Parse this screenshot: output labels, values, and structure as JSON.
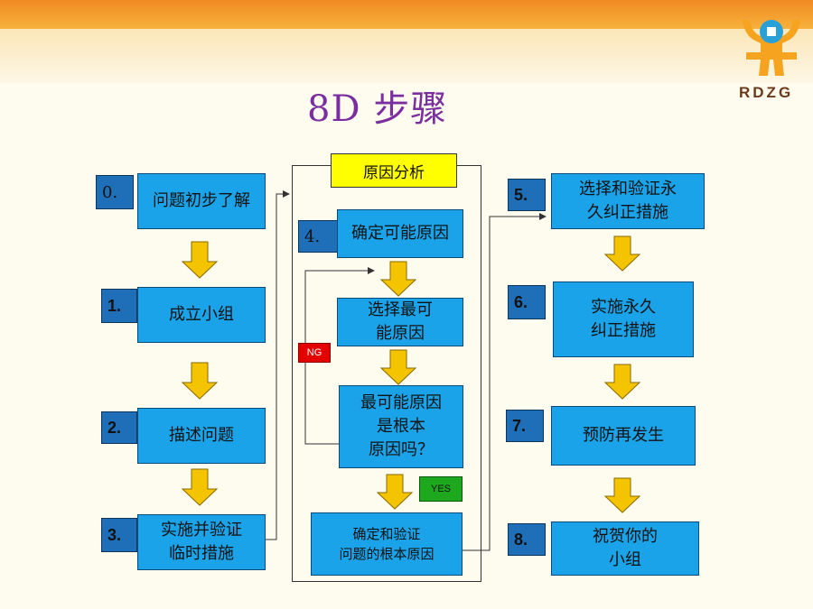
{
  "title": "8D 步骤",
  "logo": {
    "text": "RDZG"
  },
  "analysis_label": "原因分析",
  "steps": {
    "s0": {
      "num": "0.",
      "label": "问题初步了解"
    },
    "s1": {
      "num": "1.",
      "label": "成立小组"
    },
    "s2": {
      "num": "2.",
      "label": "描述问题"
    },
    "s3": {
      "num": "3.",
      "label": "实施并验证\n临时措施"
    },
    "s4": {
      "num": "4.",
      "label": "确定可能原因"
    },
    "s4b": {
      "label": "选择最可\n能原因"
    },
    "s4c": {
      "label": "最可能原因\n是根本\n原因吗？"
    },
    "s4d": {
      "label": "确定和验证\n问题的根本原因"
    },
    "s5": {
      "num": "5.",
      "label": "选择和验证永\n久纠正措施"
    },
    "s6": {
      "num": "6.",
      "label": "实施永久\n纠正措施"
    },
    "s7": {
      "num": "7.",
      "label": "预防再发生"
    },
    "s8": {
      "num": "8.",
      "label": "祝贺你的\n小组"
    }
  },
  "tags": {
    "ng": "NG",
    "yes": "YES"
  },
  "colors": {
    "box": "#1aa3e8",
    "num_box": "#1f6fb8",
    "arrow": "#f5c400",
    "title": "#7a2ea0",
    "ng": "#e40000",
    "yes": "#1ea81e",
    "highlight": "#ffff00"
  }
}
